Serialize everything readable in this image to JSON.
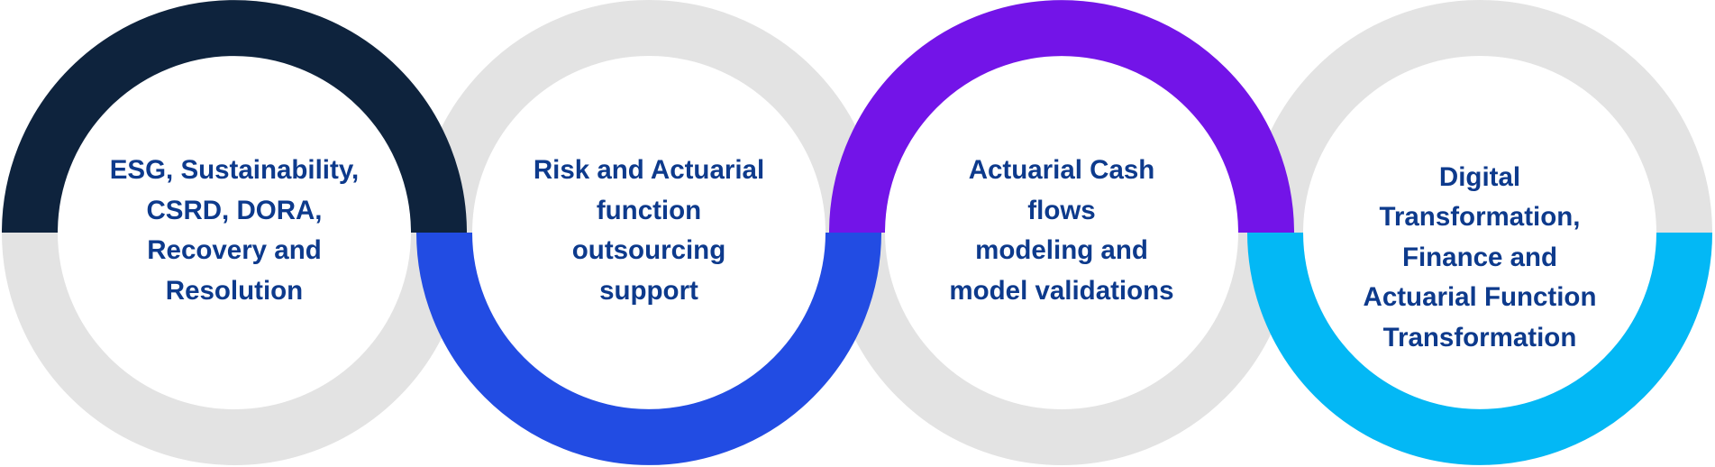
{
  "diagram": {
    "type": "ring-chain",
    "colors": {
      "track": "#e3e3e3",
      "text": "#0d3a8c"
    },
    "items": [
      {
        "id": "esg",
        "accent": "#0e233d",
        "accent_half": "top",
        "lines": [
          "ESG, Sustainability,",
          "CSRD, DORA,",
          "Recovery and",
          "Resolution"
        ]
      },
      {
        "id": "risk",
        "accent": "#224ce3",
        "accent_half": "bottom",
        "lines": [
          "Risk and Actuarial",
          "function",
          "outsourcing",
          "support"
        ]
      },
      {
        "id": "cashflows",
        "accent": "#7314e8",
        "accent_half": "top",
        "lines": [
          "Actuarial Cash",
          "flows",
          "modeling and",
          "model validations"
        ]
      },
      {
        "id": "digital",
        "accent": "#03b8f5",
        "accent_half": "bottom",
        "lines": [
          "Digital",
          "Transformation,",
          "Finance and",
          "Actuarial Function",
          "Transformation"
        ]
      }
    ]
  }
}
